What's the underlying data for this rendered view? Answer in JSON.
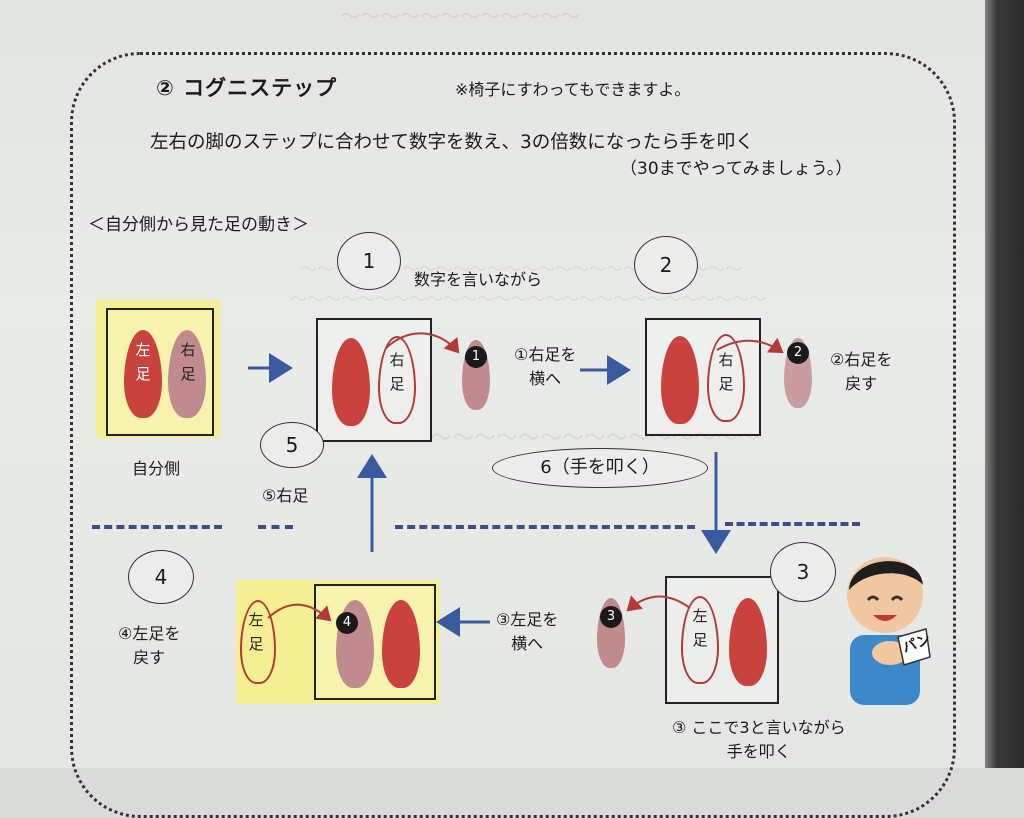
{
  "section": {
    "title": "② コグニステップ",
    "note": "※椅子にすわってもできますよ。",
    "instruction": "左右の脚のステップに合わせて数字を数え、3の倍数になったら手を叩く",
    "instruction_sub": "（30までやってみましょう。）",
    "subheading": "＜自分側から見た足の動き＞"
  },
  "feet": {
    "left": "左足",
    "right": "右足",
    "left_char1": "左",
    "left_char2": "足",
    "right_char1": "右",
    "right_char2": "足"
  },
  "steps": {
    "self_side": "自分側",
    "bubble1": "1",
    "bubble1_caption": "数字を言いながら",
    "bubble2": "2",
    "bubble3": "3",
    "bubble4": "4",
    "bubble5": "5",
    "bubble6": "6（手を叩く）",
    "step1_line1": "①右足を",
    "step1_line2": "横へ",
    "step2_line1": "②右足を",
    "step2_line2": "戻す",
    "step3_line1": "③左足を",
    "step3_line2": "横へ",
    "step4_line1": "④左足を",
    "step4_line2": "戻す",
    "step5": "⑤右足",
    "step3_note_line1": "③ ここで3と言いながら",
    "step3_note_line2": "手を叩く",
    "dot1": "1",
    "dot2": "2",
    "dot3": "3",
    "dot4": "4",
    "clap_sound": "パン"
  },
  "colors": {
    "foot_red": "#c9423d",
    "foot_pink": "#c08a8e",
    "arrow_blue": "#3a5a9f",
    "highlight_yellow": "#f4ef93"
  }
}
